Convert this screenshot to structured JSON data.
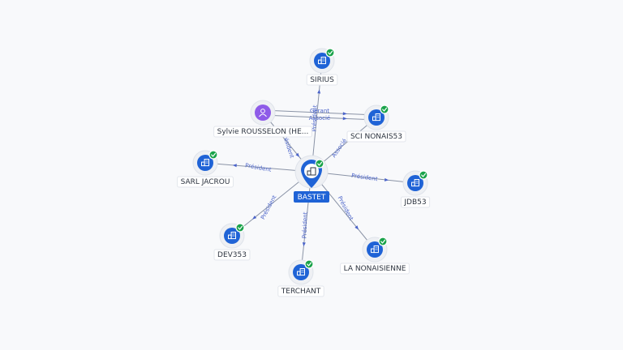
{
  "diagram": {
    "center": {
      "id": "bastet",
      "label": "BASTET",
      "icon": "building-icon",
      "verified": true
    },
    "nodes": [
      {
        "id": "sirius",
        "label": "SIRIUS",
        "type": "company",
        "icon": "building-icon",
        "verified": true
      },
      {
        "id": "sci-nonais53",
        "label": "SCI NONAIS53",
        "type": "company",
        "icon": "building-icon",
        "verified": true
      },
      {
        "id": "jdb53",
        "label": "JDB53",
        "type": "company",
        "icon": "building-icon",
        "verified": true
      },
      {
        "id": "la-nonaisienne",
        "label": "LA NONAISIENNE",
        "type": "company",
        "icon": "building-icon",
        "verified": true
      },
      {
        "id": "terchant",
        "label": "TERCHANT",
        "type": "company",
        "icon": "building-icon",
        "verified": true
      },
      {
        "id": "dev353",
        "label": "DEV353",
        "type": "company",
        "icon": "building-icon",
        "verified": true
      },
      {
        "id": "sarl-jacrou",
        "label": "SARL JACROU",
        "type": "company",
        "icon": "building-icon",
        "verified": true
      },
      {
        "id": "sylvie-rousselon",
        "label": "Sylvie ROUSSELON (HE...",
        "type": "person",
        "icon": "person-icon",
        "verified": false
      }
    ],
    "edges": [
      {
        "from": "bastet",
        "to": "sirius",
        "label": "Président"
      },
      {
        "from": "bastet",
        "to": "sci-nonais53",
        "label": "Associé"
      },
      {
        "from": "bastet",
        "to": "jdb53",
        "label": "Président"
      },
      {
        "from": "bastet",
        "to": "la-nonaisienne",
        "label": "Président"
      },
      {
        "from": "bastet",
        "to": "terchant",
        "label": "Président"
      },
      {
        "from": "bastet",
        "to": "dev353",
        "label": "Président"
      },
      {
        "from": "bastet",
        "to": "sarl-jacrou",
        "label": "Président"
      },
      {
        "from": "sylvie-rousselon",
        "to": "bastet",
        "label": "Président"
      },
      {
        "from": "sylvie-rousselon",
        "to": "sci-nonais53",
        "label": "Gérant"
      },
      {
        "from": "sylvie-rousselon",
        "to": "sci-nonais53",
        "label": "Associé"
      }
    ],
    "colors": {
      "company": "#1f63d6",
      "person": "#8e5be8",
      "verified": "#1aa34a",
      "edge_label": "#4a63c9",
      "edge_line": "#8a93a6"
    }
  }
}
